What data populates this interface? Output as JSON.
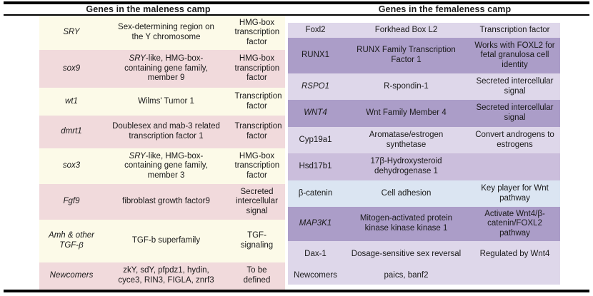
{
  "titles": {
    "maleness": "Genes in the maleness camp",
    "femaleness": "Genes in the femaleness camp"
  },
  "colors": {
    "cream": "#FCFAE8",
    "pink": "#F1DADC",
    "lavender": "#DED7EA",
    "purple": "#AB9DC8",
    "mauve": "#CBBEDC",
    "blue": "#DBE5F2",
    "text": "#1A1A1A",
    "rule": "#000000"
  },
  "maleness_rows": [
    {
      "gene": "SRY",
      "gene_italic": true,
      "bg": "cream",
      "desc": "Sex-determining region on the Y chromosome",
      "func": "HMG-box transcription factor"
    },
    {
      "gene": "sox9",
      "gene_italic": true,
      "bg": "pink",
      "desc": [
        {
          "t": "SRY",
          "i": true
        },
        {
          "t": "-like, HMG-box-containing gene family, member 9"
        }
      ],
      "func": "HMG-box transcription factor"
    },
    {
      "gene": "wt1",
      "gene_italic": true,
      "bg": "cream",
      "desc": "Wilms' Tumor 1",
      "func": "Transcription factor"
    },
    {
      "gene": "dmrt1",
      "gene_italic": true,
      "bg": "pink",
      "desc": "Doublesex and mab-3 related transcription factor 1",
      "func": "Transcription factor"
    },
    {
      "gene": "sox3",
      "gene_italic": true,
      "bg": "cream",
      "desc": [
        {
          "t": "SRY",
          "i": true
        },
        {
          "t": "-like, HMG-box-containing gene family, member 3"
        }
      ],
      "func": "HMG-box transcription factor"
    },
    {
      "gene": "Fgf9",
      "gene_italic": true,
      "bg": "pink",
      "desc": "fibroblast growth factor9",
      "func": "Secreted intercellular signal"
    },
    {
      "gene": "Amh & other TGF-β",
      "gene_italic": true,
      "bg": "cream",
      "desc": "TGF-b superfamily",
      "func": "TGF-signaling"
    },
    {
      "gene": "Newcomers",
      "gene_italic": true,
      "bg": "pink",
      "desc": "zkY, sdY, pfpdz1, hydin, cyce3, RIN3, FIGLA, znrf3",
      "func": "To be defined"
    }
  ],
  "femaleness_rows": [
    {
      "gene": "Foxl2",
      "gene_italic": false,
      "bg": "lavender",
      "desc": "Forkhead Box L2",
      "func": "Transcription factor"
    },
    {
      "gene": "RUNX1",
      "gene_italic": false,
      "bg": "purple",
      "desc": "RUNX Family Transcription Factor 1",
      "func": "Works with FOXL2 for fetal granulosa cell identity"
    },
    {
      "gene": "RSPO1",
      "gene_italic": true,
      "bg": "lavender",
      "desc": "R-spondin-1",
      "func": "Secreted intercellular signal"
    },
    {
      "gene": "WNT4",
      "gene_italic": true,
      "bg": "purple",
      "desc": "Wnt Family Member 4",
      "func": "Secreted intercellular signal"
    },
    {
      "gene": "Cyp19a1",
      "gene_italic": false,
      "bg": "lavender",
      "desc": "Aromatase/estrogen synthetase",
      "func": "Convert androgens to estrogens"
    },
    {
      "gene": "Hsd17b1",
      "gene_italic": false,
      "bg": "mauve",
      "desc": "17β-Hydroxysteroid dehydrogenase 1",
      "func": ""
    },
    {
      "gene": "β-catenin",
      "gene_italic": false,
      "bg": "blue",
      "desc": "Cell adhesion",
      "func": "Key player for Wnt pathway"
    },
    {
      "gene": "MAP3K1",
      "gene_italic": true,
      "bg": "purple",
      "desc": "Mitogen-activated protein kinase kinase kinase 1",
      "func": "Activate Wnt4/β-catenin/FOXL2 pathway"
    },
    {
      "gene": "Dax-1",
      "gene_italic": false,
      "bg": "lavender",
      "desc": "Dosage-sensitive sex reversal",
      "func": "Regulated by Wnt4"
    },
    {
      "gene": "Newcomers",
      "gene_italic": false,
      "bg": "lavender",
      "desc": "paics, banf2",
      "func": ""
    }
  ]
}
